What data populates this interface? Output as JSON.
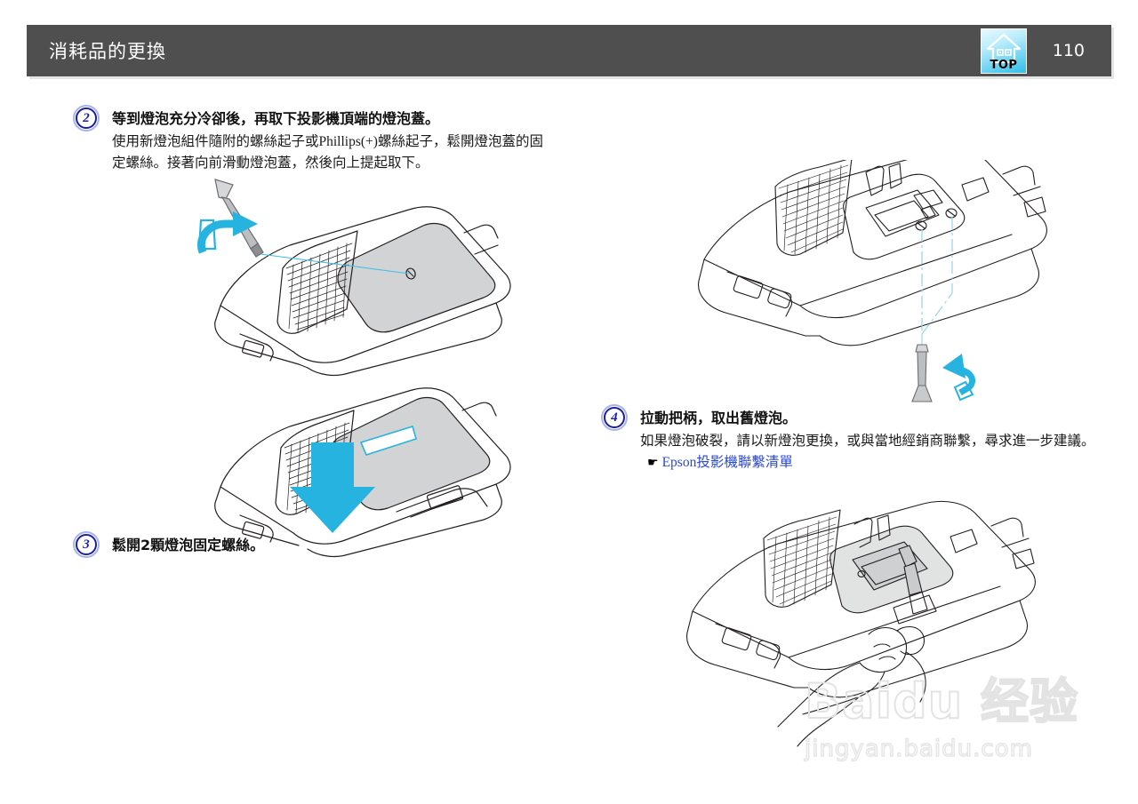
{
  "header": {
    "title": "消耗品的更換",
    "top_button_label": "TOP",
    "top_button_icon": "house-top-icon",
    "page_number": "110",
    "bar_color": "#4f4f4f",
    "accent_color": "#2fbde8"
  },
  "steps": [
    {
      "number": "2",
      "heading": "等到燈泡充分冷卻後，再取下投影機頂端的燈泡蓋。",
      "body": "使用新燈泡組件隨附的螺絲起子或Phillips(+)螺絲起子，鬆開燈泡蓋的固定螺絲。接著向前滑動燈泡蓋，然後向上提起取下。"
    },
    {
      "number": "3",
      "heading": "鬆開2顆燈泡固定螺絲。",
      "body": ""
    },
    {
      "number": "4",
      "heading": "拉動把柄，取出舊燈泡。",
      "body": "如果燈泡破裂，請以新燈泡更換，或與當地經銷商聯繫，尋求進一步建議。",
      "link_glyph": "☛",
      "link_label": "Epson投影機聯繫清單",
      "link_color": "#2a49d8"
    }
  ],
  "illustrations": [
    {
      "name": "projector-lamp-cover-screw",
      "caption_hint": "鬆開燈泡蓋固定螺絲（螺絲起子與旋轉箭頭）"
    },
    {
      "name": "projector-lamp-cover-slide",
      "caption_hint": "向前滑動燈泡蓋並向上提起"
    },
    {
      "name": "projector-lamp-fixing-screws",
      "caption_hint": "鬆開2顆燈泡固定螺絲"
    },
    {
      "name": "projector-lamp-remove-handle",
      "caption_hint": "拉動把柄取出舊燈泡"
    }
  ],
  "watermark": {
    "main": "Baidu 经验",
    "sub": "jingyan.baidu.com"
  }
}
